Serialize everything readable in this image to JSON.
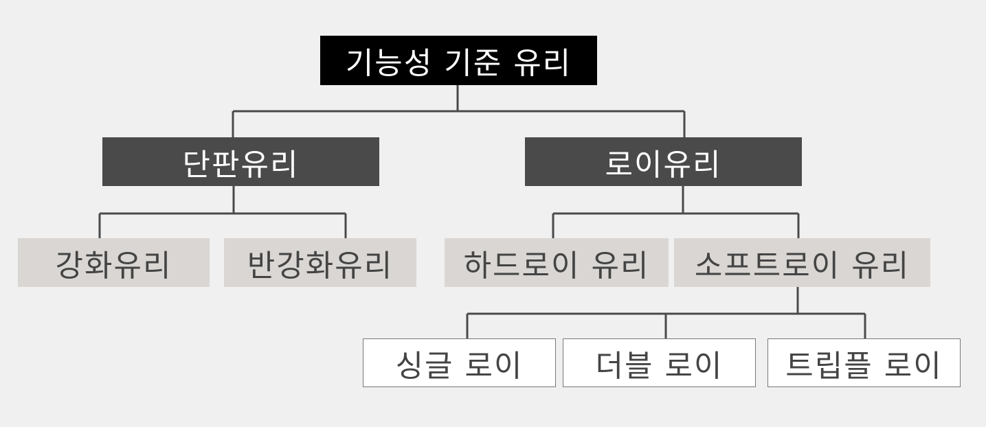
{
  "root": "기능성 기준 유리",
  "level1": [
    "단판유리",
    "로이유리"
  ],
  "level2": [
    "강화유리",
    "반강화유리",
    "하드로이 유리",
    "소프트로이 유리"
  ],
  "level3": [
    "싱글 로이",
    "더블 로이",
    "트립플 로이"
  ]
}
